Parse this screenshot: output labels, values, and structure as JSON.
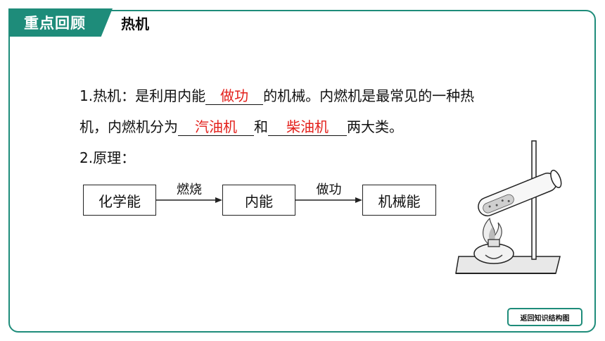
{
  "header": {
    "section_badge": "重点回顾",
    "topic": "热机"
  },
  "content": {
    "line1_prefix": "1.热机：是利用内能",
    "line1_blank": "做功",
    "line1_suffix": "的机械。内燃机是最常见的一种热",
    "line2_prefix": "机，内燃机分为",
    "line2_blank1": "汽油机",
    "line2_mid": "和",
    "line2_blank2": "柴油机",
    "line2_suffix": "两大类。",
    "line3": "2.原理："
  },
  "flow": {
    "boxes": [
      "化学能",
      "内能",
      "机械能"
    ],
    "arrows": [
      "燃烧",
      "做功"
    ]
  },
  "footer": {
    "back_button": "返回知识结构图"
  },
  "colors": {
    "accent": "#1e8c7a",
    "answer": "#e3201b"
  },
  "illustration": {
    "icon": "alcohol-lamp-heating-test-tube-icon"
  }
}
